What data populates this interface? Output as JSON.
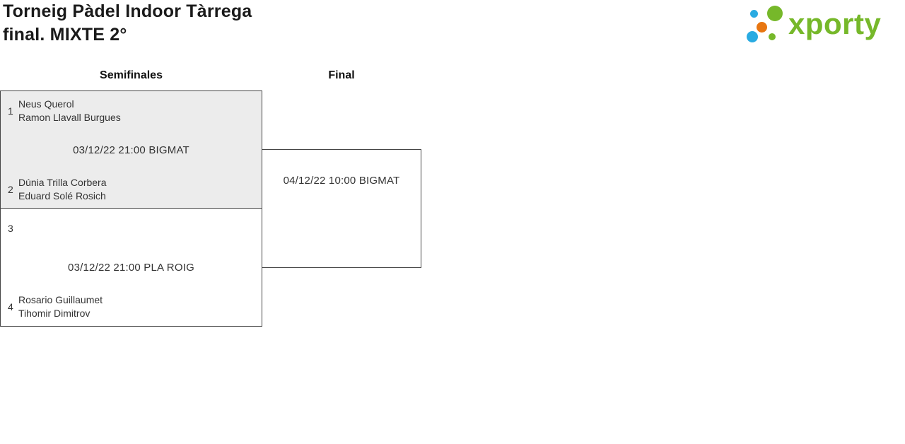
{
  "page": {
    "title_line1": "Torneig Pàdel Indoor Tàrrega",
    "title_line2": "final. MIXTE 2°"
  },
  "logo": {
    "text": "xporty"
  },
  "bracket": {
    "round_headers": [
      {
        "label": "Semifinales"
      },
      {
        "label": "Final"
      }
    ],
    "matches": [
      {
        "name": "semifinal-1",
        "schedule": "03/12/22 21:00 BIGMAT",
        "highlighted": true,
        "teams": [
          {
            "seed": "1",
            "players": [
              "Neus Querol",
              "Ramon Llavall Burgues"
            ]
          },
          {
            "seed": "2",
            "players": [
              "Dúnia Trilla Corbera",
              "Eduard Solé Rosich"
            ]
          }
        ]
      },
      {
        "name": "semifinal-2",
        "schedule": "03/12/22 21:00 PLA ROIG",
        "highlighted": false,
        "teams": [
          {
            "seed": "3",
            "players": [
              "",
              ""
            ]
          },
          {
            "seed": "4",
            "players": [
              "Rosario Guillaumet",
              "Tihomir Dimitrov"
            ]
          }
        ]
      },
      {
        "name": "final",
        "schedule": "04/12/22 10:00 BIGMAT",
        "teams": []
      }
    ]
  },
  "colors": {
    "highlight_bg": "#ececec",
    "box_border": "#444444",
    "text_primary": "#1a1a1a",
    "text_secondary": "#333333",
    "logo_green": "#76b82a",
    "logo_blue": "#29abe2",
    "logo_orange": "#e87611"
  }
}
